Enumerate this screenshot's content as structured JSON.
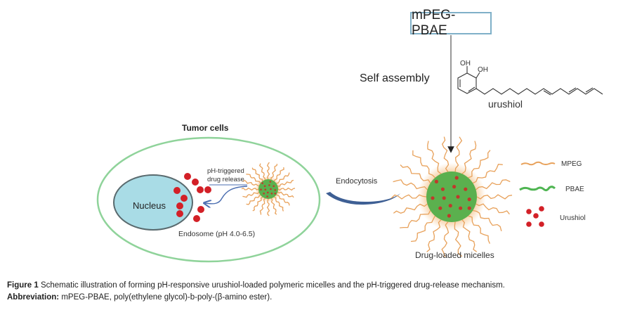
{
  "diagram": {
    "polymer_box": {
      "label": "mPEG-PBAE",
      "border_color": "#7fb0c8"
    },
    "process": {
      "self_assembly_label": "Self assembly"
    },
    "molecule": {
      "name": "urushiol",
      "hydroxyl_1": "OH",
      "hydroxyl_2": "OH"
    },
    "cell": {
      "title": "Tumor cells",
      "nucleus_label": "Nucleus",
      "release_label": "pH-triggered drug release",
      "endosome_label": "Endosome (pH 4.0-6.5)",
      "membrane_color": "#8fd39a",
      "nucleus_fill": "#a9dce6",
      "nucleus_stroke": "#596a6e"
    },
    "endocytosis": {
      "label": "Endocytosis",
      "color": "#3e5f94"
    },
    "micelle": {
      "label": "Drug-loaded micelles",
      "core_color": "#5bb04e",
      "corona_color": "#e8a15a",
      "drug_color": "#c0392b"
    },
    "legend": [
      {
        "label": "MPEG",
        "symbol": "orange-wavy-line",
        "color": "#e8a15a"
      },
      {
        "label": "PBAE",
        "symbol": "green-wavy-line",
        "color": "#4fb552"
      },
      {
        "label": "Urushiol",
        "symbol": "red-dots",
        "color": "#d32027"
      }
    ]
  },
  "caption": {
    "figure_label": "Figure 1",
    "figure_text": "Schematic illustration of forming pH-responsive urushiol-loaded polymeric micelles and the pH-triggered drug-release mechanism.",
    "abbreviation_label": "Abbreviation:",
    "abbreviation_text": "mPEG-PBAE, poly(ethylene glycol)-b-poly-(β-amino ester)."
  }
}
